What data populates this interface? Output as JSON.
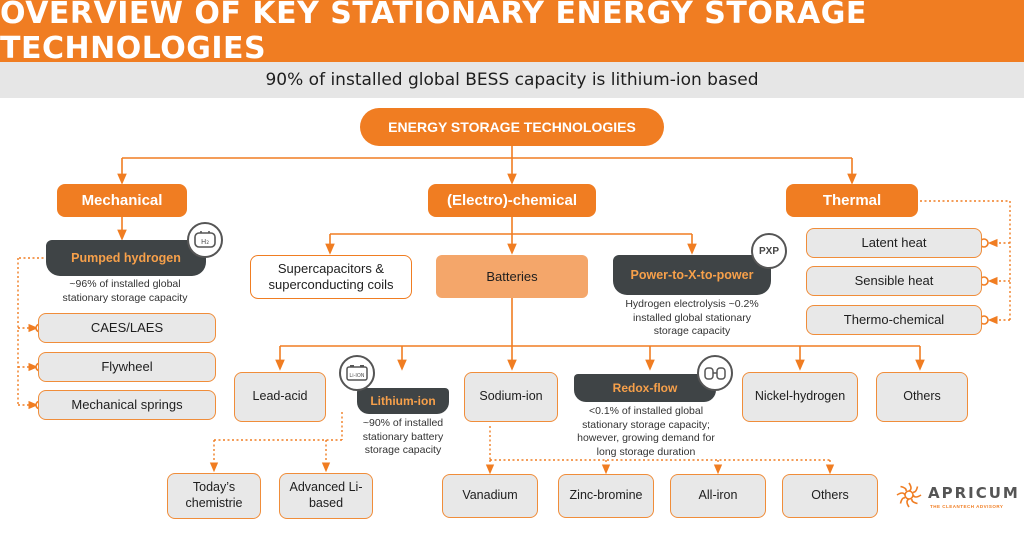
{
  "header": {
    "title": "OVERVIEW OF KEY STATIONARY ENERGY STORAGE TECHNOLOGIES",
    "subtitle": "90% of installed global BESS capacity is lithium-ion based"
  },
  "root": {
    "label": "ENERGY STORAGE TECHNOLOGIES"
  },
  "mechanical": {
    "label": "Mechanical",
    "pumped_hydrogen": {
      "label": "Pumped hydrogen",
      "note": "~96% of installed global stationary storage capacity",
      "icon_text": "H₂"
    },
    "items": [
      "CAES/LAES",
      "Flywheel",
      "Mechanical springs"
    ]
  },
  "electrochemical": {
    "label": "(Electro)-chemical",
    "supercaps": {
      "label": "Supercapacitors & superconducting coils"
    },
    "batteries": {
      "label": "Batteries"
    },
    "ptx": {
      "label": "Power-to-X-to-power",
      "icon_text": "PXP",
      "note": "Hydrogen electrolysis ~0.2% installed global stationary storage capacity"
    }
  },
  "batteries": {
    "lead_acid": "Lead-acid",
    "lithium_ion": {
      "label": "Lithium-ion",
      "note": "~90% of installed stationary battery storage capacity",
      "icon_text": "Li-ION"
    },
    "sodium_ion": "Sodium-ion",
    "redox_flow": {
      "label": "Redox-flow",
      "note": "<0.1% of installed global stationary storage capacity; however, growing demand for long storage duration"
    },
    "nickel_hydrogen": "Nickel-hydrogen",
    "others": "Others"
  },
  "lithium_children": [
    "Today’s chemistrie",
    "Advanced Li-based"
  ],
  "redox_children": [
    "Vanadium",
    "Zinc-bromine",
    "All-iron",
    "Others"
  ],
  "thermal": {
    "label": "Thermal",
    "items": [
      "Latent heat",
      "Sensible heat",
      "Thermo-chemical"
    ]
  },
  "logo": {
    "name": "APRICUM",
    "tagline": "THE CLEANTECH ADVISORY"
  },
  "colors": {
    "accent": "#f07d22",
    "dark": "#3f4446",
    "node_bg": "#e8e8e8",
    "light_accent": "#f4a66a"
  }
}
